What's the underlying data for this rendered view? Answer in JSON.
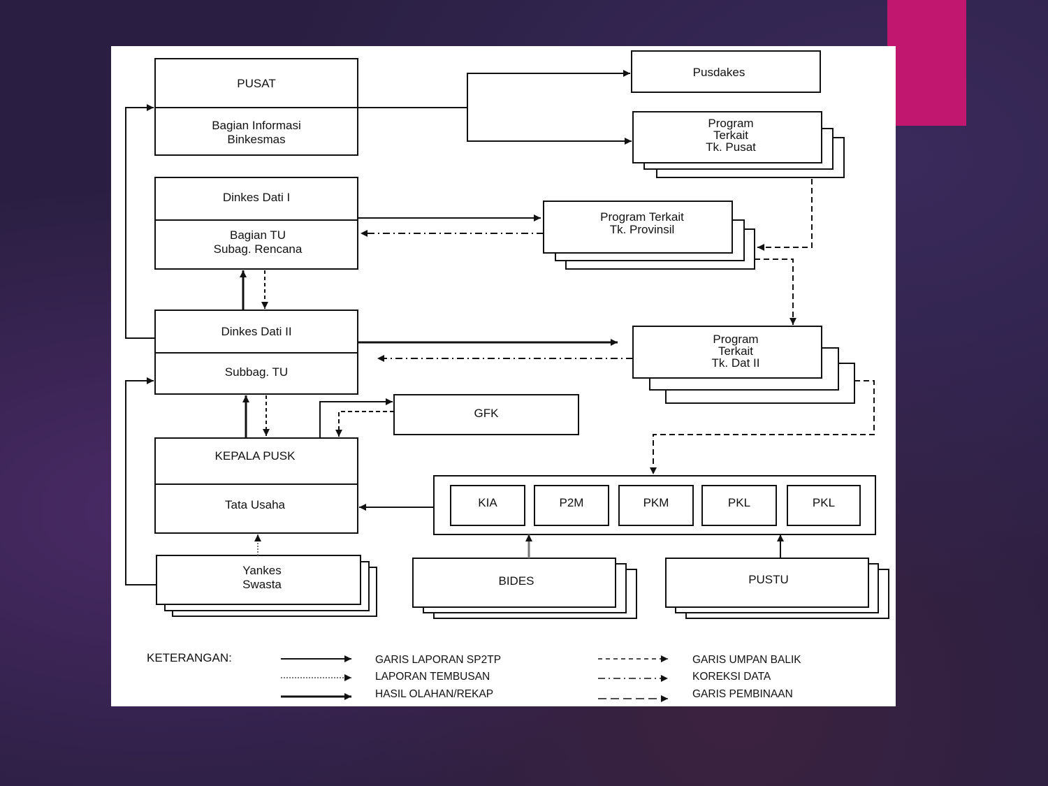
{
  "colors": {
    "accent": "#c2176e",
    "background": "#2a1f42",
    "sheet": "#ffffff",
    "ink": "#111111"
  },
  "nodes": {
    "pusat": {
      "lines": [
        "PUSAT"
      ],
      "sub": [
        "Bagian Informasi",
        "Binkesmas"
      ]
    },
    "dinkes1": {
      "lines": [
        "Dinkes Dati I"
      ],
      "sub": [
        "Bagian TU",
        "Subag. Rencana"
      ]
    },
    "dinkes2": {
      "lines": [
        "Dinkes Dati II"
      ],
      "sub": [
        "Subbag. TU"
      ]
    },
    "kepala": {
      "lines": [
        "KEPALA PUSK"
      ],
      "sub": [
        "Tata Usaha"
      ]
    },
    "yankes": {
      "lines": [
        "Yankes",
        "Swasta"
      ]
    },
    "pusdakes": {
      "lines": [
        "Pusdakes"
      ]
    },
    "prog_pusat": {
      "lines": [
        "Program",
        "Terkait",
        "Tk. Pusat"
      ]
    },
    "prog_prov": {
      "lines": [
        "Program Terkait",
        "Tk. Provinsil"
      ]
    },
    "prog_dat2": {
      "lines": [
        "Program",
        "Terkait",
        "Tk. Dat II"
      ]
    },
    "gfk": {
      "lines": [
        "GFK"
      ]
    },
    "bides": {
      "lines": [
        "BIDES"
      ]
    },
    "pustu": {
      "lines": [
        "PUSTU"
      ]
    }
  },
  "units": [
    "KIA",
    "P2M",
    "PKM",
    "PKL",
    "PKL"
  ],
  "legend": {
    "title": "KETERANGAN:",
    "items": [
      {
        "label": "GARIS LAPORAN SP2TP",
        "style": "solid"
      },
      {
        "label": "LAPORAN TEMBUSAN",
        "style": "dotted"
      },
      {
        "label": "HASIL OLAHAN/REKAP",
        "style": "thick"
      },
      {
        "label": "GARIS UMPAN BALIK",
        "style": "dashed"
      },
      {
        "label": "KOREKSI DATA",
        "style": "dashdot"
      },
      {
        "label": "GARIS PEMBINAAN",
        "style": "longdash"
      }
    ]
  }
}
